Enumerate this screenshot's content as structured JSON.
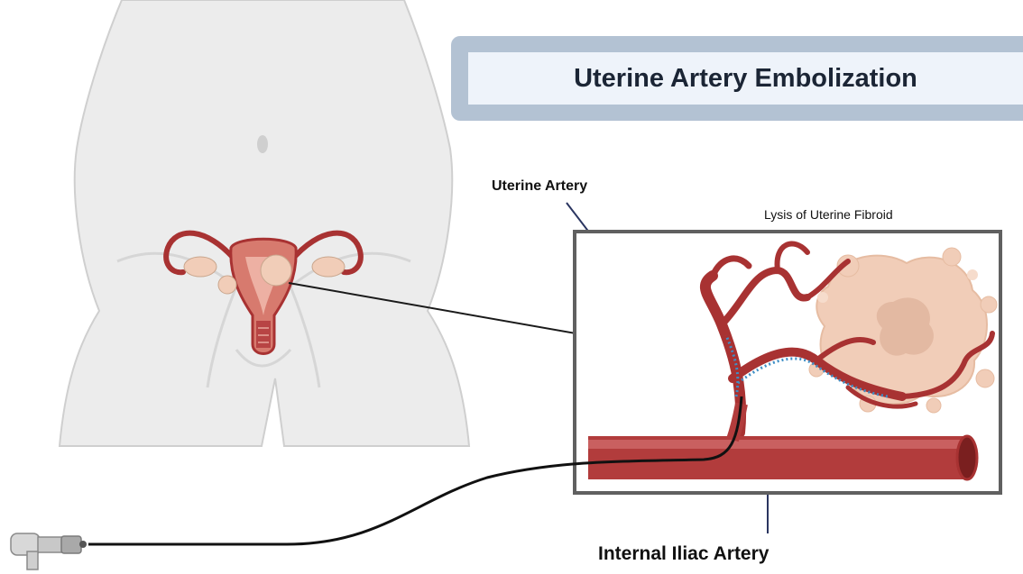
{
  "title": "Uterine Artery Embolization",
  "labels": {
    "uterine_artery": "Uterine Artery",
    "lysis": "Lysis of Uterine Fibroid",
    "internal_iliac": "Internal Iliac Artery"
  },
  "colors": {
    "title_frame": "#b3c2d3",
    "title_bg": "#eef3fa",
    "artery": "#a83232",
    "artery_light": "#c65454",
    "fibroid": "#f1cdb8",
    "embolic_particles": "#3f8fc6",
    "body_silhouette": "#ececec",
    "catheter": "#111111"
  }
}
